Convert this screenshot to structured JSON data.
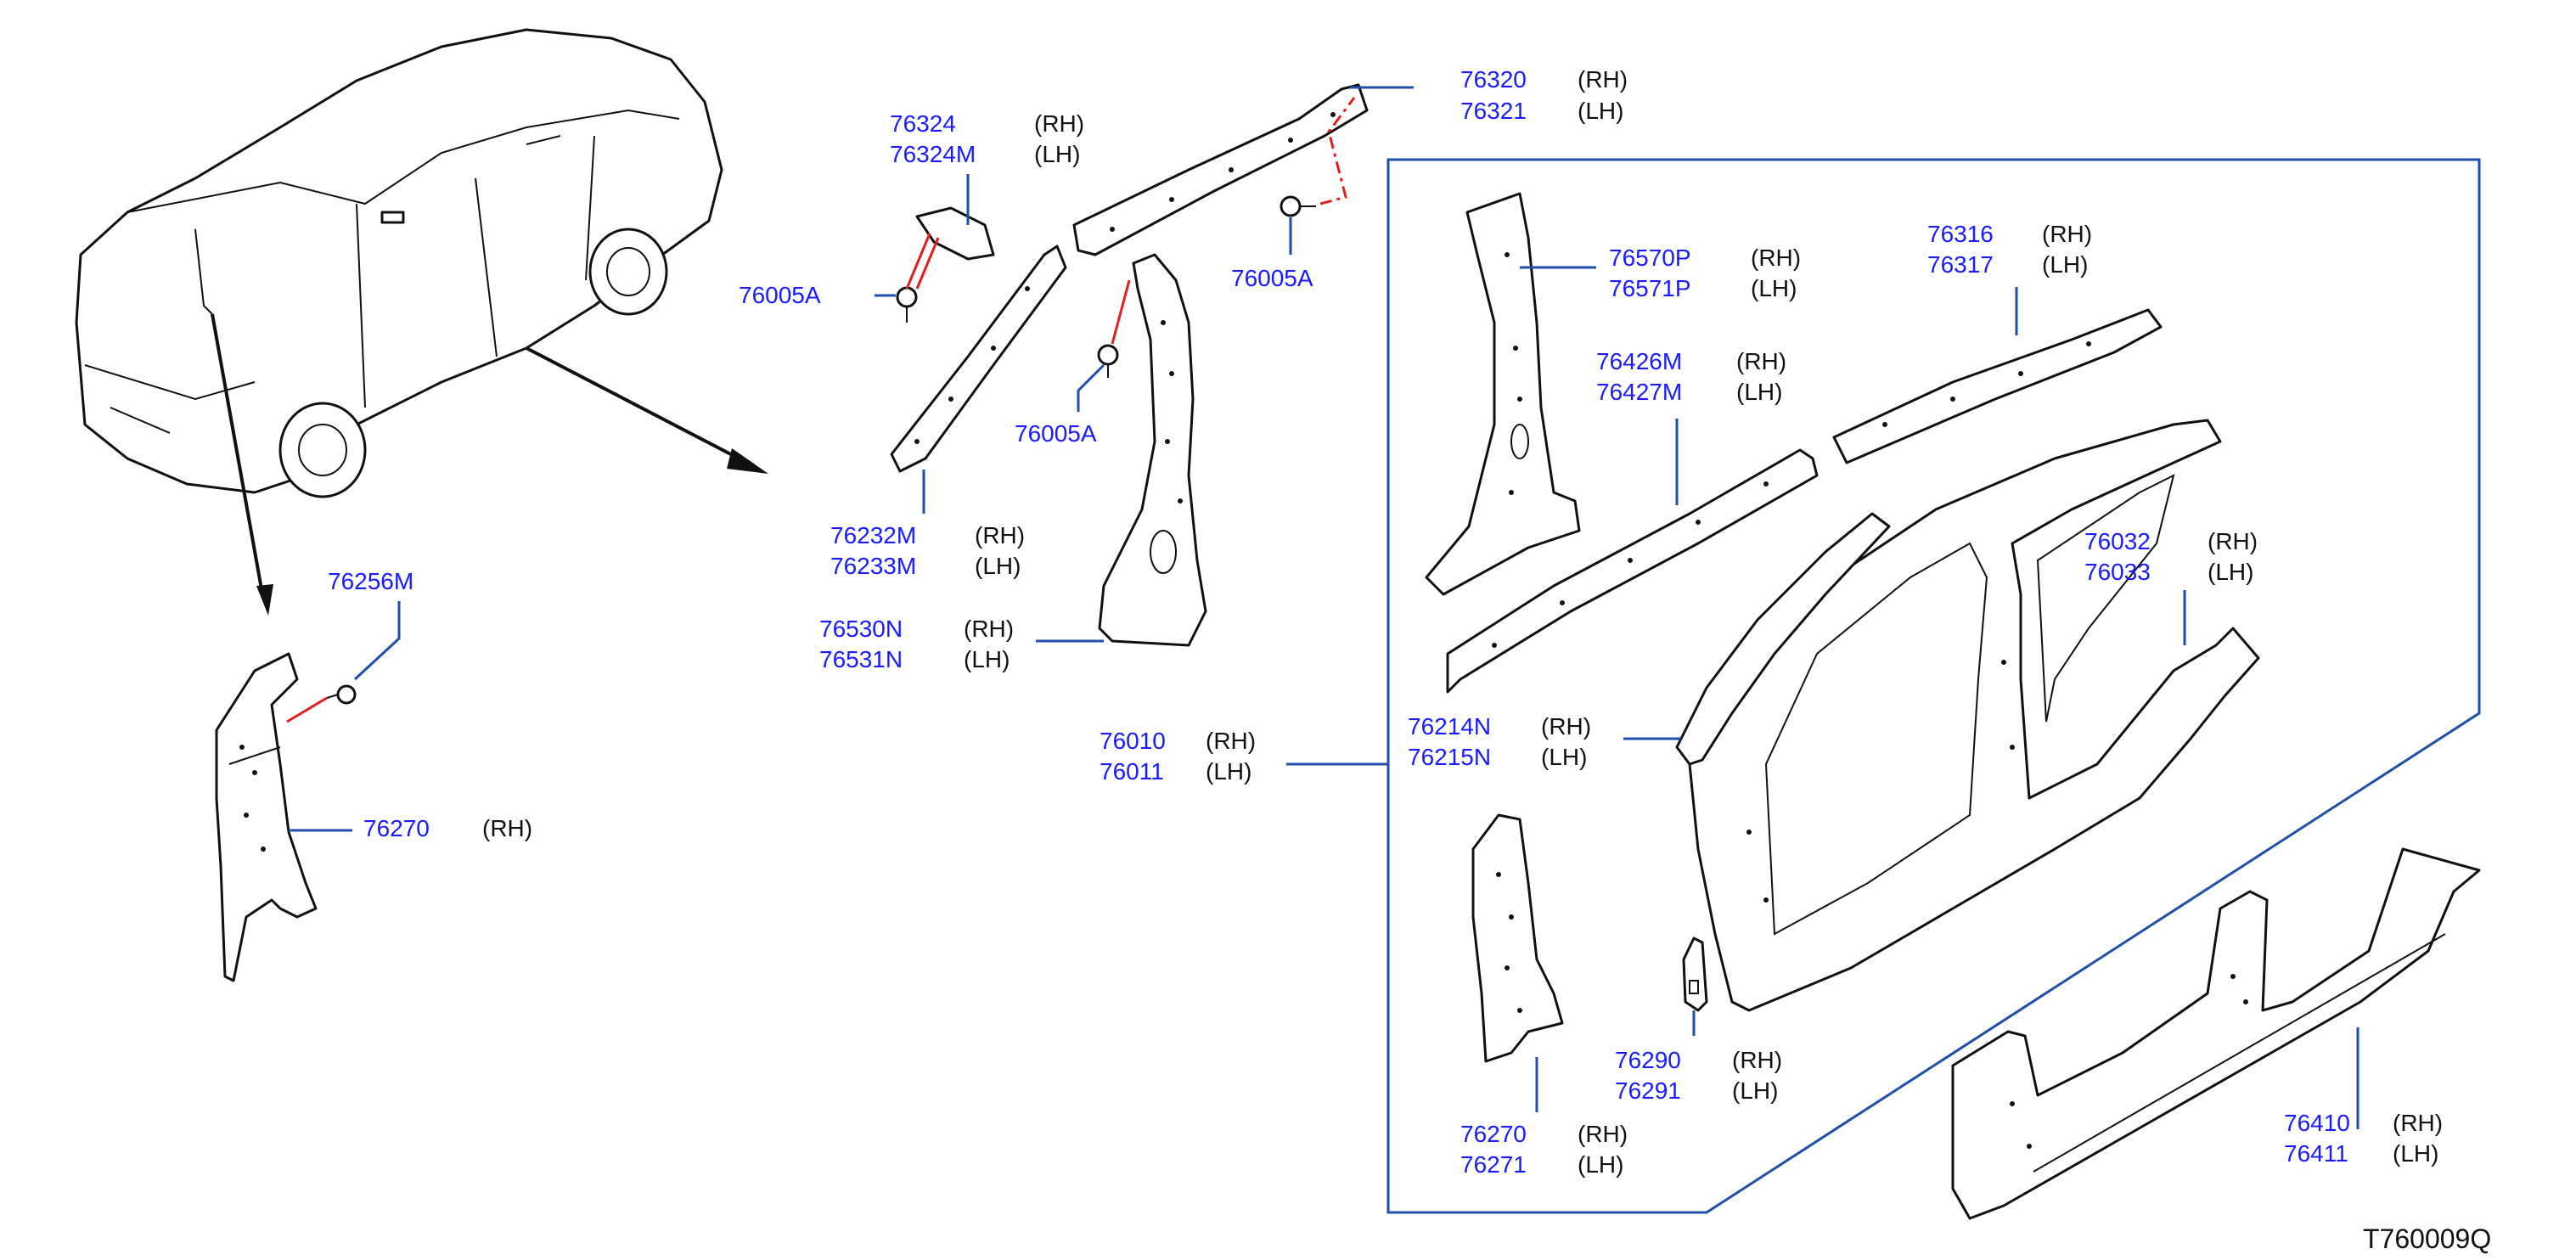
{
  "labels": {
    "p76320": "76320",
    "p76320_side": "(RH)",
    "p76321": "76321",
    "p76321_side": "(LH)",
    "p76324": "76324",
    "p76324_side": "(RH)",
    "p76324M": "76324M",
    "p76324M_side": "(LH)",
    "p76005A_left": "76005A",
    "p76005A_right": "76005A",
    "p76005A_mid": "76005A",
    "p76232M": "76232M",
    "p76232M_side": "(RH)",
    "p76233M": "76233M",
    "p76233M_side": "(LH)",
    "p76530N": "76530N",
    "p76530N_side": "(RH)",
    "p76531N": "76531N",
    "p76531N_side": "(LH)",
    "p76010": "76010",
    "p76010_side": "(RH)",
    "p76011": "76011",
    "p76011_side": "(LH)",
    "p76256M": "76256M",
    "p76270_left": "76270",
    "p76270_left_side": "(RH)",
    "p76570P": "76570P",
    "p76570P_side": "(RH)",
    "p76571P": "76571P",
    "p76571P_side": "(LH)",
    "p76316": "76316",
    "p76316_side": "(RH)",
    "p76317": "76317",
    "p76317_side": "(LH)",
    "p76426M": "76426M",
    "p76426M_side": "(RH)",
    "p76427M": "76427M",
    "p76427M_side": "(LH)",
    "p76032": "76032",
    "p76032_side": "(RH)",
    "p76033": "76033",
    "p76033_side": "(LH)",
    "p76214N": "76214N",
    "p76214N_side": "(RH)",
    "p76215N": "76215N",
    "p76215N_side": "(LH)",
    "p76290": "76290",
    "p76290_side": "(RH)",
    "p76291": "76291",
    "p76291_side": "(LH)",
    "p76270_bottom": "76270",
    "p76270_bottom_side": "(RH)",
    "p76271": "76271",
    "p76271_side": "(LH)",
    "p76410": "76410",
    "p76410_side": "(RH)",
    "p76411": "76411",
    "p76411_side": "(LH)",
    "diagram_code": "T760009Q"
  },
  "colors": {
    "part_number": "#1a1aff",
    "leader_line": "#1f4fa8",
    "fastener_line": "#e02020",
    "outline": "#111111"
  }
}
